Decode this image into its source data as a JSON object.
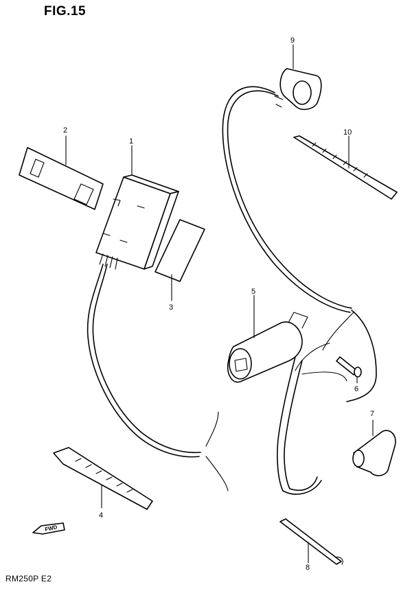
{
  "figure": {
    "title": "FIG.15",
    "model_code": "RM250P  E2",
    "fwd_label": "FWD"
  },
  "parts": [
    {
      "number": "1"
    },
    {
      "number": "2"
    },
    {
      "number": "3"
    },
    {
      "number": "4"
    },
    {
      "number": "5"
    },
    {
      "number": "6"
    },
    {
      "number": "7"
    },
    {
      "number": "8"
    },
    {
      "number": "9"
    },
    {
      "number": "10"
    }
  ]
}
